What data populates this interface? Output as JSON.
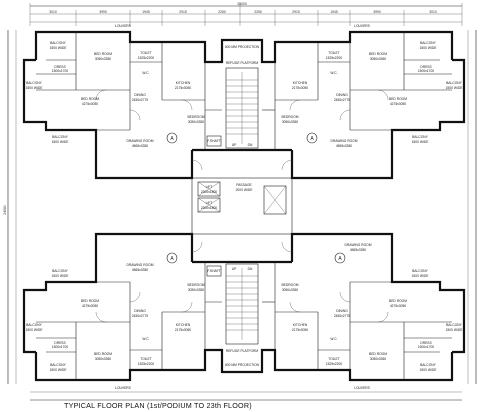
{
  "title": "TYPICAL FLOOR PLAN (1st/PODIUM TO 23th FLOOR)",
  "overall_dims": {
    "width": "28000",
    "height": "24580"
  },
  "top_dims": [
    "3010",
    "3990",
    "1945",
    "2915",
    "2250",
    "2250",
    "2915",
    "1945",
    "3990",
    "3010"
  ],
  "labels": {
    "louvers": "LOUVERS",
    "lift": "LIFT",
    "lift_size": "2300x1800",
    "passage": "PASSAGE",
    "passage_size": "2000 WIDE",
    "refuge": "REFUGE PLATFORM",
    "projection": "600 MM PROJECTION",
    "f_shaft": "F.SHAFT",
    "up": "UP",
    "dn": "DN"
  },
  "rooms": {
    "balcony": "BALCONY",
    "balcony_size": "1500 WIDE",
    "bed_room": "BED ROOM",
    "bed_size_a": "3050x3350",
    "bed_size_b": "4275x3050",
    "bedroom": "BEDROOM",
    "bedroom_size": "3050x3350",
    "toilet": "TOILET",
    "toilet_size": "1525x2200",
    "dress": "DRESS",
    "dress_size": "1500x1700",
    "dining": "DINING",
    "dining_size": "2450x2775",
    "kitchen": "KITCHEN",
    "kitchen_size": "2175x3050",
    "drawing": "DRAWING ROOM",
    "drawing_size": "4565x3350",
    "wc": "W.C.",
    "cb": "CB",
    "unit": "A"
  },
  "colors": {
    "ink": "#111111",
    "paper": "#ffffff"
  }
}
